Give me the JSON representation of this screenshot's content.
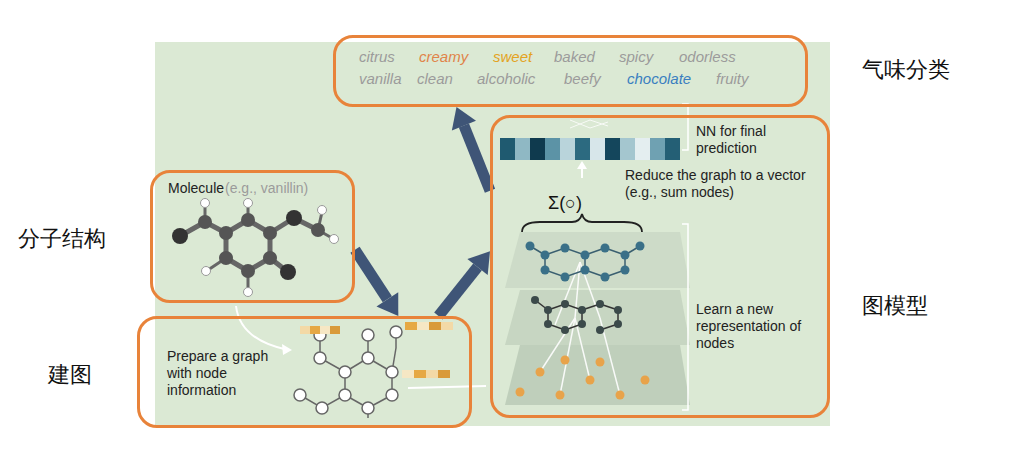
{
  "diagram": {
    "nodes": [
      {
        "text": [
          "气味分类",
          "citrus",
          "creamy",
          "sweet",
          "baked",
          "spicy",
          "odorless",
          "vanilla",
          "clean",
          "alcoholic",
          "beefy",
          "chocolate",
          "fruity"
        ]
      },
      {
        "text": [
          "分子结构",
          "Molecule",
          "(e.g., vanillin)"
        ]
      },
      {
        "text": [
          "建图",
          "Prepare a graph with node information"
        ]
      },
      {
        "text": [
          "图模型",
          "NN for final prediction",
          "Reduce the graph to a vector (e.g., sum nodes)",
          "Σ(○)",
          "Learn a new representation of nodes"
        ]
      }
    ],
    "edges": [
      {
        "from": 1,
        "to": 2,
        "arrow": "to"
      },
      {
        "from": 2,
        "to": 3,
        "arrow": "to"
      },
      {
        "from": 3,
        "to": 0,
        "arrow": "to"
      }
    ]
  }
}
